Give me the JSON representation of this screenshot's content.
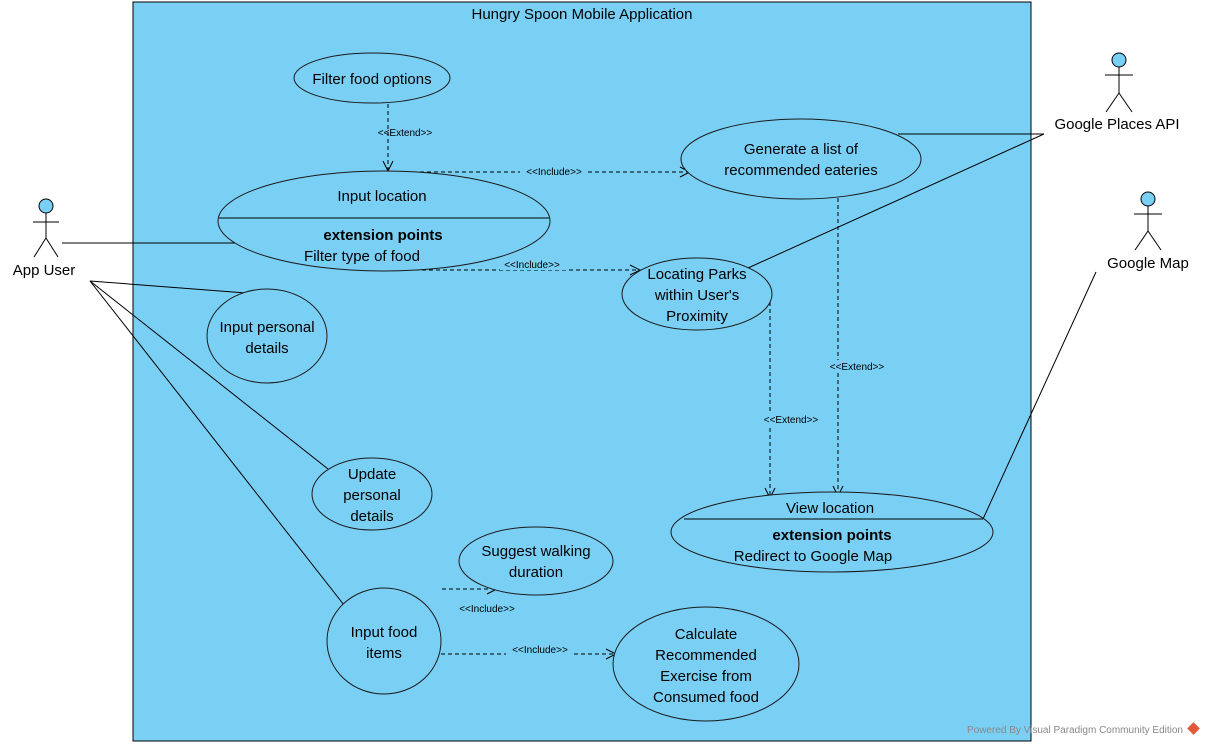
{
  "system": {
    "title": "Hungry Spoon Mobile Application",
    "fill": "#7acff5"
  },
  "actors": {
    "app_user": "App User",
    "google_places": "Google Places API",
    "google_map": "Google Map"
  },
  "use_cases": {
    "filter_food": [
      "Filter food options"
    ],
    "input_location": [
      "Input location"
    ],
    "input_location_ext_title": "extension points",
    "input_location_ext_point": "Filter type of food",
    "generate_list": [
      "Generate a list of",
      "recommended eateries"
    ],
    "locating_parks": [
      "Locating Parks",
      "within User's",
      "Proximity"
    ],
    "input_personal": [
      "Input personal",
      "details"
    ],
    "update_personal": [
      "Update",
      "personal",
      "details"
    ],
    "view_location": [
      "View location"
    ],
    "view_location_ext_title": "extension points",
    "view_location_ext_point": "Redirect to Google Map",
    "suggest_walking": [
      "Suggest walking",
      "duration"
    ],
    "input_food": [
      "Input food",
      "items"
    ],
    "calculate_exercise": [
      "Calculate",
      "Recommended",
      "Exercise from",
      "Consumed food"
    ]
  },
  "relations": {
    "extend_filter": "<<Extend>>",
    "include_generate": "<<Include>>",
    "include_parks": "<<Include>>",
    "extend_generate_view": "<<Extend>>",
    "extend_parks_view": "<<Extend>>",
    "include_walking": "<<Include>>",
    "include_calculate": "<<Include>>"
  },
  "footer": "Powered By Visual Paradigm Community Edition"
}
